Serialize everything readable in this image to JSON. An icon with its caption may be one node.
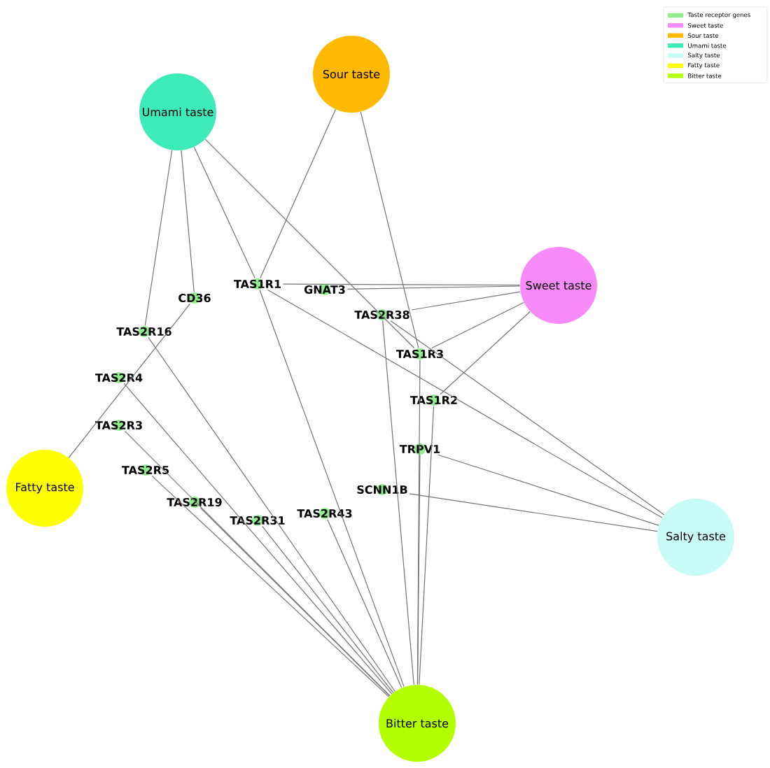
{
  "diagram": {
    "nodes": [
      {
        "text": [
          "Sour taste"
        ]
      },
      {
        "text": [
          "Umami taste"
        ]
      },
      {
        "text": [
          "Sweet taste"
        ]
      },
      {
        "text": [
          "TAS1R1"
        ]
      },
      {
        "text": [
          "GNAT3"
        ]
      },
      {
        "text": [
          "CD36"
        ]
      },
      {
        "text": [
          "TAS2R16"
        ]
      },
      {
        "text": [
          "TAS2R38"
        ]
      },
      {
        "text": [
          "TAS1R3"
        ]
      },
      {
        "text": [
          "TAS2R4"
        ]
      },
      {
        "text": [
          "TAS1R2"
        ]
      },
      {
        "text": [
          "TAS2R3"
        ]
      },
      {
        "text": [
          "TRPV1"
        ]
      },
      {
        "text": [
          "TAS2R5"
        ]
      },
      {
        "text": [
          "Fatty taste"
        ]
      },
      {
        "text": [
          "SCNN1B"
        ]
      },
      {
        "text": [
          "TAS2R43"
        ]
      },
      {
        "text": [
          "TAS2R19"
        ]
      },
      {
        "text": [
          "TAS2R31"
        ]
      },
      {
        "text": [
          "Salty taste"
        ]
      },
      {
        "text": [
          "Bitter taste"
        ]
      }
    ],
    "edges": [
      {
        "from": 1,
        "to": 6,
        "arrow": "none"
      },
      {
        "from": 1,
        "to": 5,
        "arrow": "none"
      },
      {
        "from": 1,
        "to": 3,
        "arrow": "none"
      },
      {
        "from": 1,
        "to": 8,
        "arrow": "none"
      },
      {
        "from": 0,
        "to": 3,
        "arrow": "none"
      },
      {
        "from": 0,
        "to": 8,
        "arrow": "none"
      },
      {
        "from": 2,
        "to": 3,
        "arrow": "none"
      },
      {
        "from": 2,
        "to": 4,
        "arrow": "none"
      },
      {
        "from": 2,
        "to": 7,
        "arrow": "none"
      },
      {
        "from": 2,
        "to": 8,
        "arrow": "none"
      },
      {
        "from": 2,
        "to": 10,
        "arrow": "none"
      },
      {
        "from": 14,
        "to": 5,
        "arrow": "none"
      },
      {
        "from": 3,
        "to": 19,
        "arrow": "none"
      },
      {
        "from": 7,
        "to": 19,
        "arrow": "none"
      },
      {
        "from": 12,
        "to": 19,
        "arrow": "none"
      },
      {
        "from": 15,
        "to": 19,
        "arrow": "none"
      },
      {
        "from": 6,
        "to": 20,
        "arrow": "none"
      },
      {
        "from": 9,
        "to": 20,
        "arrow": "none"
      },
      {
        "from": 11,
        "to": 20,
        "arrow": "none"
      },
      {
        "from": 13,
        "to": 20,
        "arrow": "none"
      },
      {
        "from": 17,
        "to": 20,
        "arrow": "none"
      },
      {
        "from": 18,
        "to": 20,
        "arrow": "none"
      },
      {
        "from": 16,
        "to": 20,
        "arrow": "none"
      },
      {
        "from": 3,
        "to": 20,
        "arrow": "none"
      },
      {
        "from": 7,
        "to": 20,
        "arrow": "none"
      },
      {
        "from": 8,
        "to": 20,
        "arrow": "none"
      },
      {
        "from": 10,
        "to": 20,
        "arrow": "none"
      },
      {
        "from": 12,
        "to": 20,
        "arrow": "none"
      }
    ],
    "legend": [
      {
        "text": "Taste receptor genes",
        "color": "#90ee90"
      },
      {
        "text": "Sweet taste",
        "color": "#f98bf9"
      },
      {
        "text": "Sour taste",
        "color": "#ffb900"
      },
      {
        "text": "Umami taste",
        "color": "#3debb8"
      },
      {
        "text": "Salty taste",
        "color": "#c8faf6"
      },
      {
        "text": "Fatty taste",
        "color": "#ffff00"
      },
      {
        "text": "Bitter taste",
        "color": "#b3ff00"
      }
    ]
  }
}
